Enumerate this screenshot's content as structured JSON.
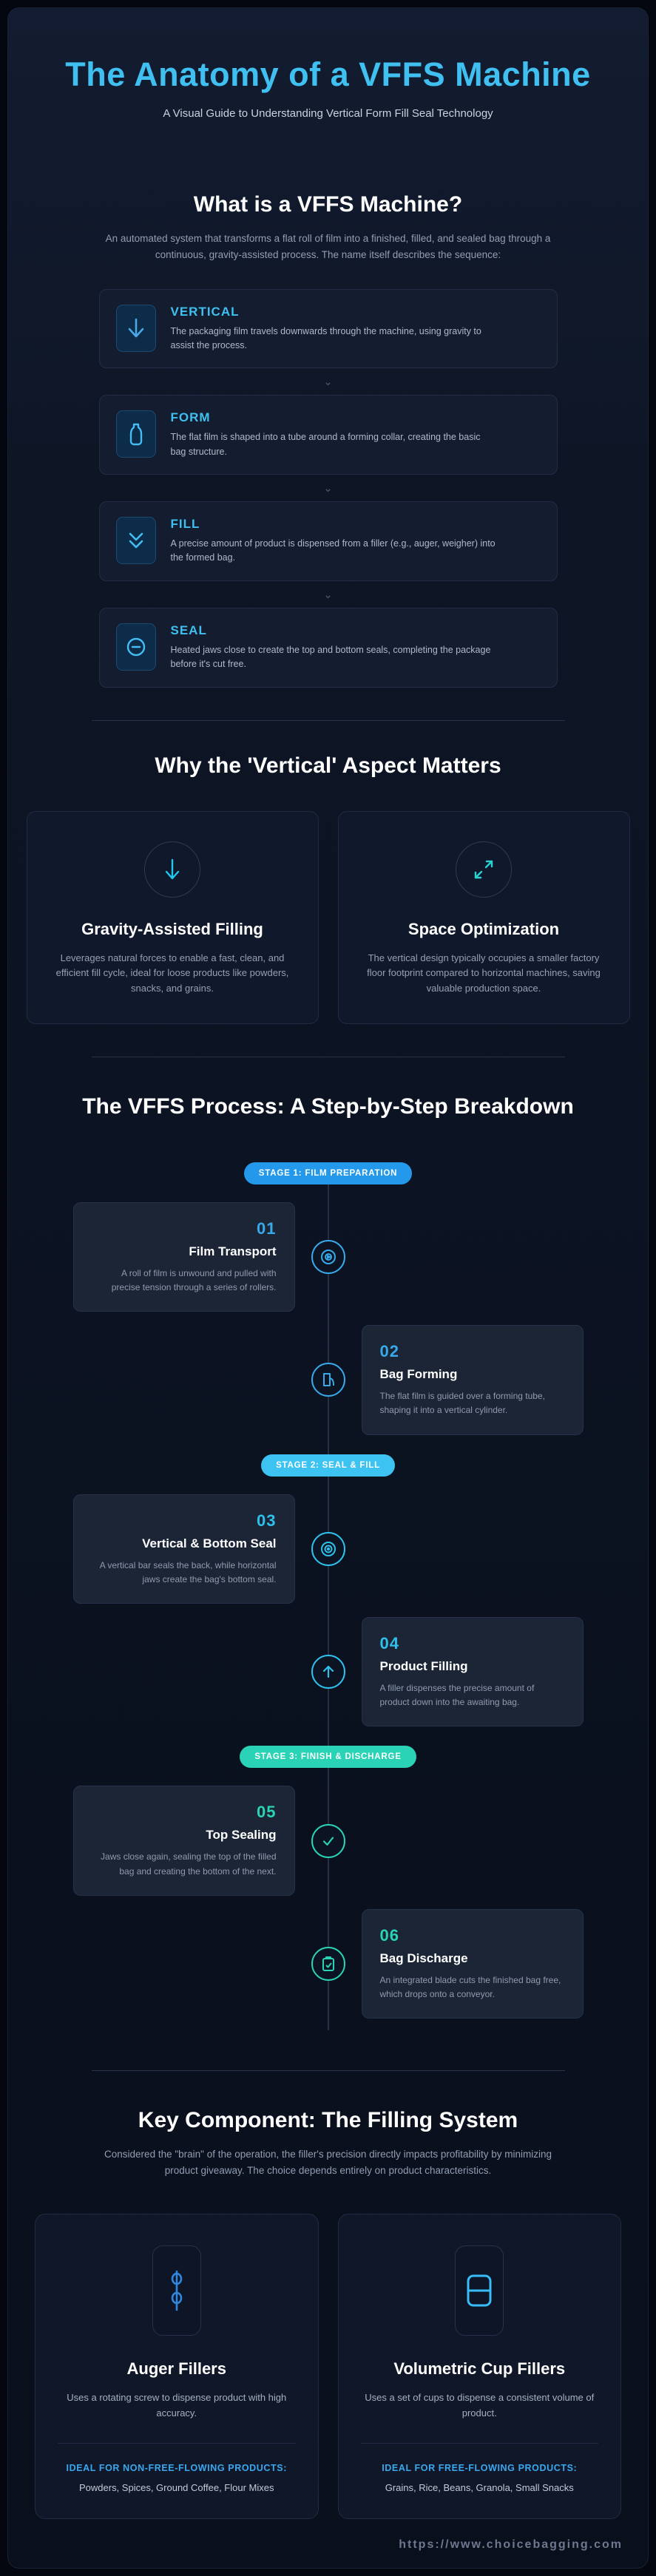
{
  "header": {
    "title": "The Anatomy of a VFFS Machine",
    "subtitle": "A Visual Guide to Understanding Vertical Form Fill Seal Technology"
  },
  "whatis": {
    "heading": "What is a VFFS Machine?",
    "intro": "An automated system that transforms a flat roll of film into a finished, filled, and sealed bag through a continuous, gravity-assisted process. The name itself describes the sequence:",
    "cards": [
      {
        "title": "VERTICAL",
        "desc": "The packaging film travels downwards through the machine, using gravity to assist the process.",
        "icon": "arrow-down-icon"
      },
      {
        "title": "FORM",
        "desc": "The flat film is shaped into a tube around a forming collar, creating the basic bag structure.",
        "icon": "bag-outline-icon"
      },
      {
        "title": "FILL",
        "desc": "A precise amount of product is dispensed from a filler (e.g., auger, weigher) into the formed bag.",
        "icon": "chevrons-down-icon"
      },
      {
        "title": "SEAL",
        "desc": "Heated jaws close to create the top and bottom seals, completing the package before it's cut free.",
        "icon": "circle-minus-icon"
      }
    ]
  },
  "why": {
    "heading": "Why the 'Vertical' Aspect Matters",
    "cards": [
      {
        "title": "Gravity-Assisted Filling",
        "desc": "Leverages natural forces to enable a fast, clean, and efficient fill cycle, ideal for loose products like powders, snacks, and grains.",
        "icon": "gravity-arrow-icon"
      },
      {
        "title": "Space Optimization",
        "desc": "The vertical design typically occupies a smaller factory floor footprint compared to horizontal machines, saving valuable production space.",
        "icon": "expand-arrows-icon"
      }
    ]
  },
  "process": {
    "heading": "The VFFS Process: A Step-by-Step Breakdown",
    "stages": [
      {
        "label": "STAGE 1: FILM PREPARATION",
        "color": "#2499ec"
      },
      {
        "label": "STAGE 2: SEAL & FILL",
        "color": "#3cc3f2"
      },
      {
        "label": "STAGE 3: FINISH & DISCHARGE",
        "color": "#2ad3b5"
      }
    ],
    "steps": [
      {
        "num": "01",
        "title": "Film Transport",
        "desc": "A roll of film is unwound and pulled with precise tension through a series of rollers.",
        "icon": "film-roll-icon"
      },
      {
        "num": "02",
        "title": "Bag Forming",
        "desc": "The flat film is guided over a forming tube, shaping it into a vertical cylinder.",
        "icon": "forming-tube-icon"
      },
      {
        "num": "03",
        "title": "Vertical & Bottom Seal",
        "desc": "A vertical bar seals the back, while horizontal jaws create the bag's bottom seal.",
        "icon": "seal-target-icon"
      },
      {
        "num": "04",
        "title": "Product Filling",
        "desc": "A filler dispenses the precise amount of product down into the awaiting bag.",
        "icon": "fill-arrow-icon"
      },
      {
        "num": "05",
        "title": "Top Sealing",
        "desc": "Jaws close again, sealing the top of the filled bag and creating the bottom of the next.",
        "icon": "check-icon"
      },
      {
        "num": "06",
        "title": "Bag Discharge",
        "desc": "An integrated blade cuts the finished bag free, which drops onto a conveyor.",
        "icon": "discharge-clipboard-icon"
      }
    ]
  },
  "filling": {
    "heading": "Key Component: The Filling System",
    "intro": "Considered the \"brain\" of the operation, the filler's precision directly impacts profitability by minimizing product giveaway. The choice depends entirely on product characteristics.",
    "cards": [
      {
        "title": "Auger Fillers",
        "desc": "Uses a rotating screw to dispense product with high accuracy.",
        "ideal_label": "IDEAL FOR NON-FREE-FLOWING PRODUCTS:",
        "ideal_items": "Powders, Spices, Ground Coffee, Flour Mixes",
        "icon": "auger-screw-icon"
      },
      {
        "title": "Volumetric Cup Fillers",
        "desc": "Uses a set of cups to dispense a consistent volume of product.",
        "ideal_label": "IDEAL FOR FREE-FLOWING PRODUCTS:",
        "ideal_items": "Grains, Rice, Beans, Granola, Small Snacks",
        "icon": "volumetric-cup-icon"
      }
    ]
  },
  "footer": {
    "url": "https://www.choicebagging.com"
  },
  "colors": {
    "accent_cyan": "#3fc0f0",
    "stage1_blue": "#2499ec",
    "stage2_sky": "#3cc3f2",
    "stage3_teal": "#2ad3b5",
    "background": "#0c1322",
    "card": "#1b2536"
  }
}
